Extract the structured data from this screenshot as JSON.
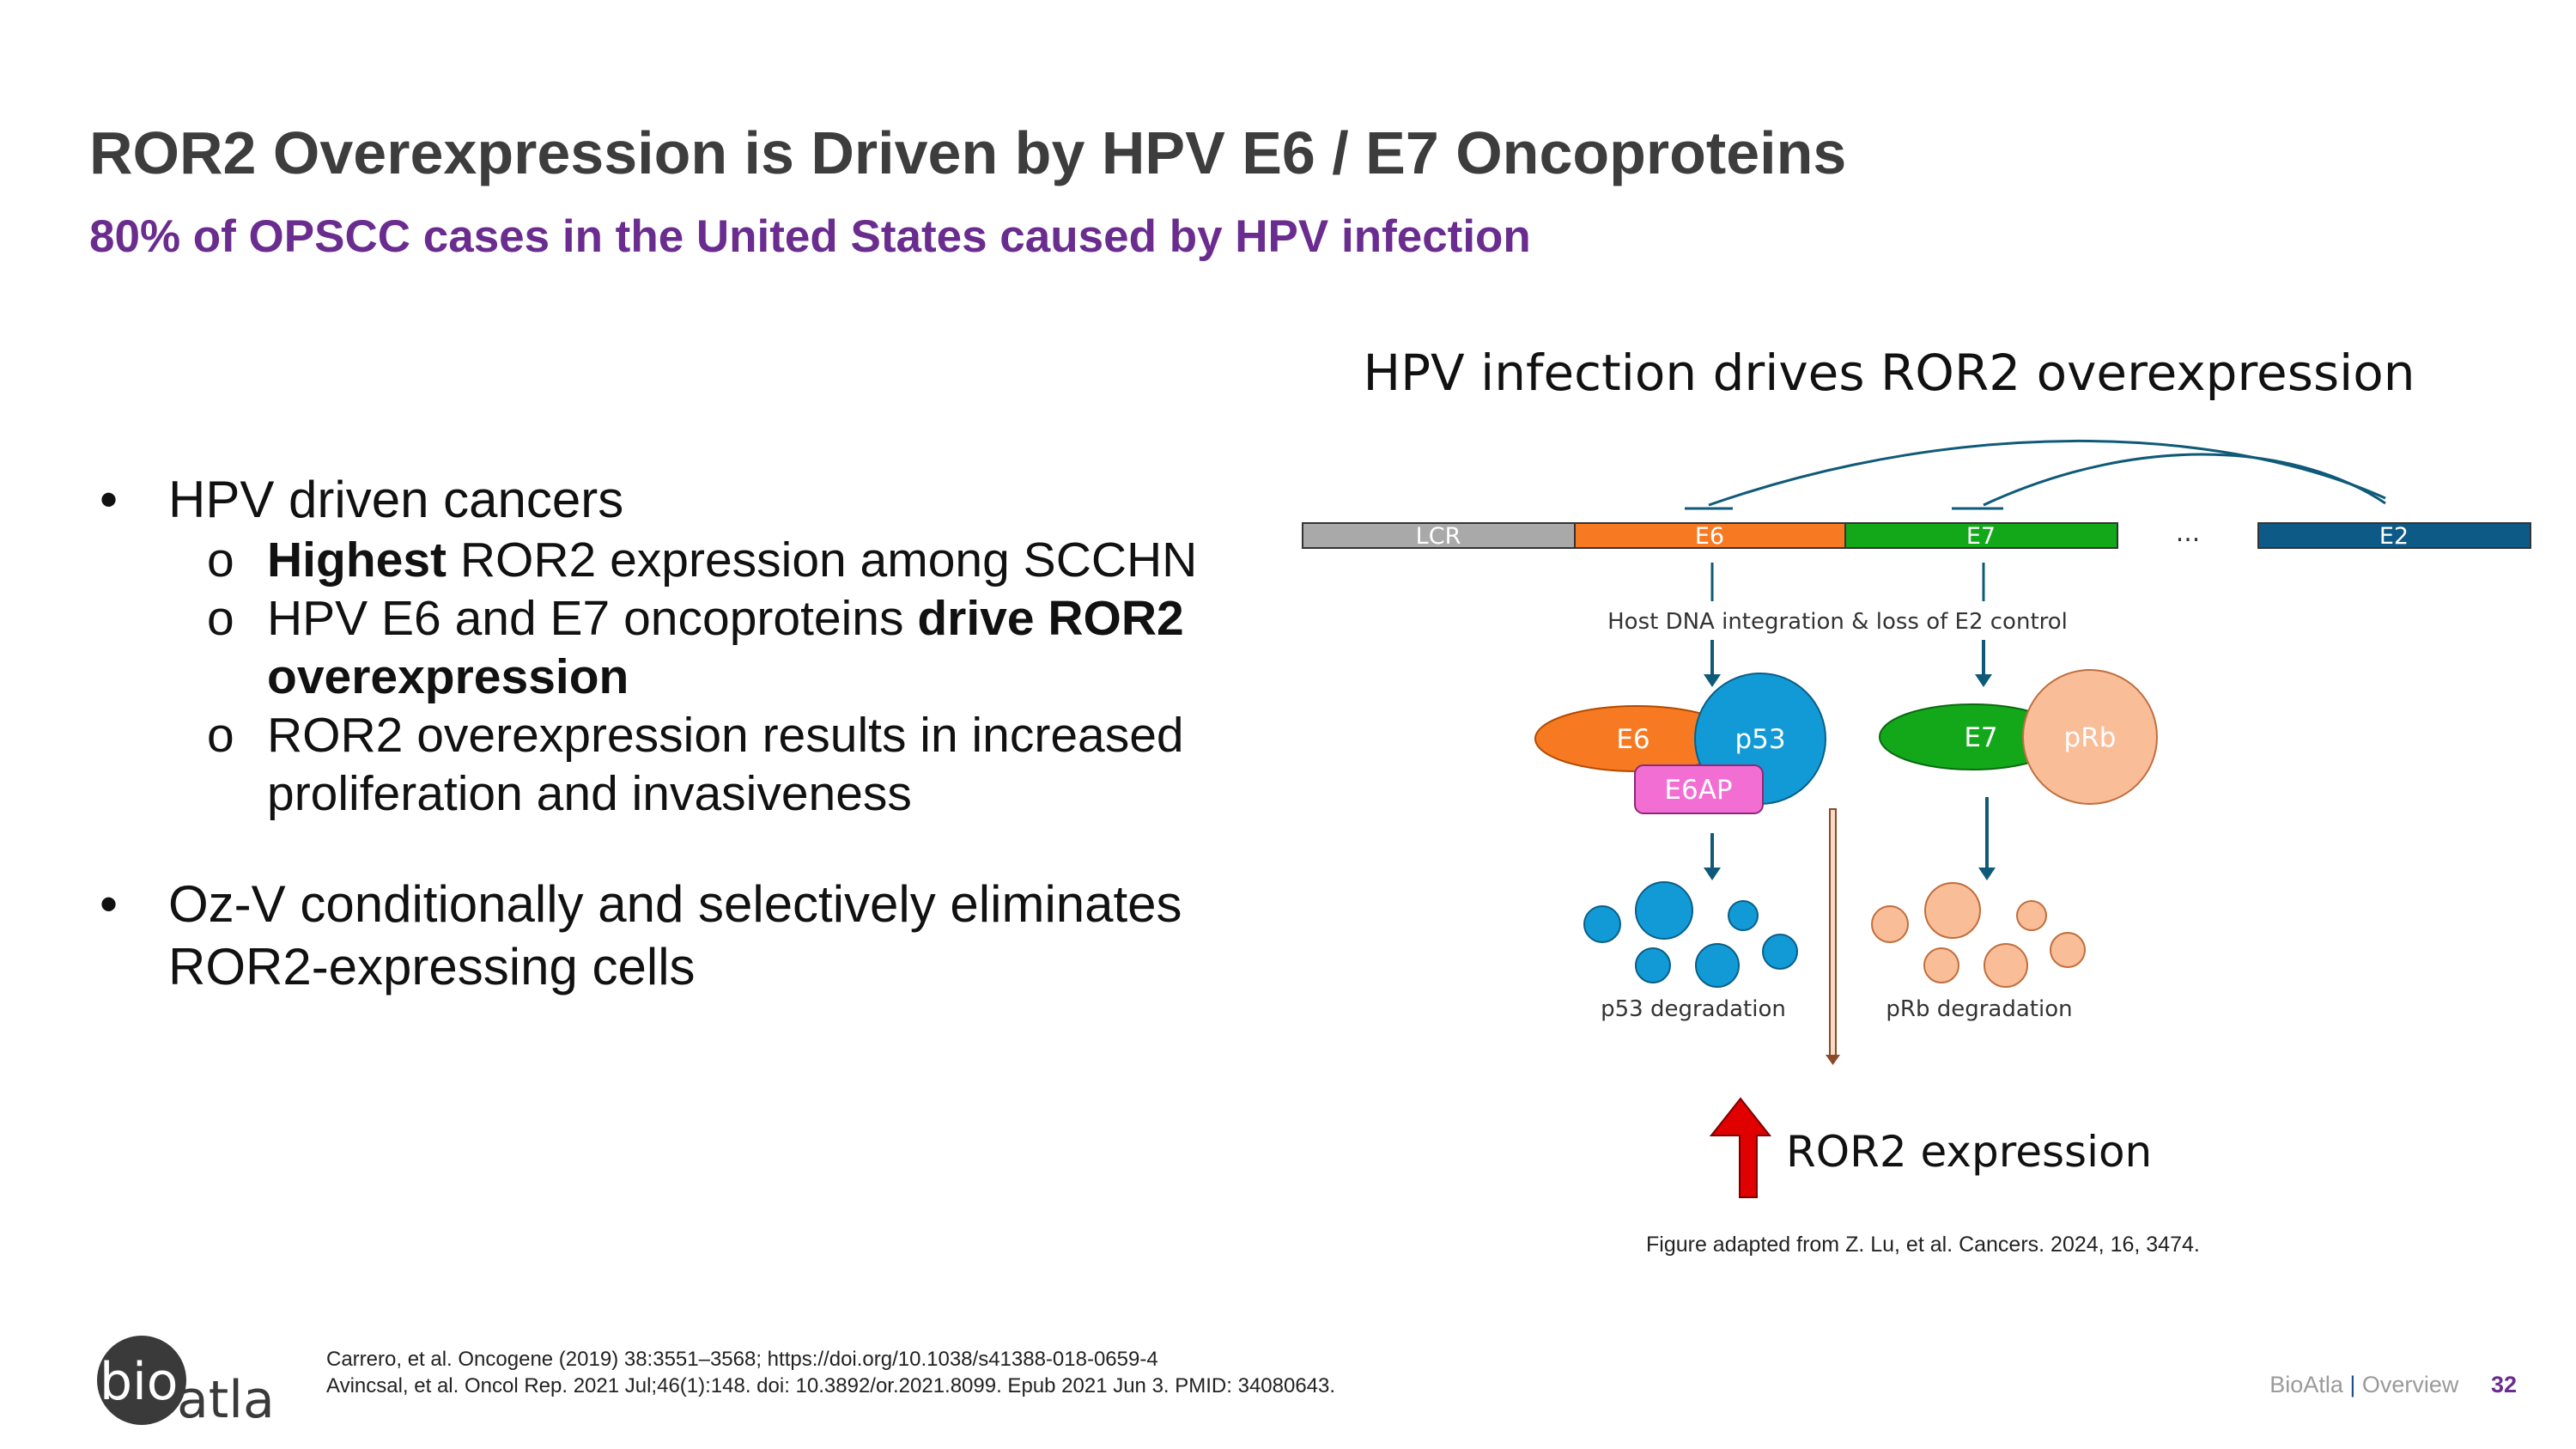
{
  "slide": {
    "title": "ROR2 Overexpression is Driven by HPV E6 / E7 Oncoproteins",
    "subtitle": "80% of OPSCC cases in the United States caused by HPV infection"
  },
  "bullets": {
    "b1": "HPV driven cancers",
    "b1_sub1_bold": "Highest",
    "b1_sub1_rest": " ROR2 expression among SCCHN",
    "b1_sub2_pre": "HPV E6 and E7 oncoproteins ",
    "b1_sub2_bold": "drive ROR2 overexpression",
    "b1_sub3": "ROR2 overexpression results in increased proliferation and invasiveness",
    "b2": "Oz-V conditionally and selectively eliminates ROR2-expressing cells",
    "bullet_glyph": "•",
    "sub_glyph": "o"
  },
  "diagram": {
    "title": "HPV infection drives ROR2 overexpression",
    "genome": [
      "LCR",
      "E6",
      "E7",
      "...",
      "E2"
    ],
    "integration_label": "Host DNA integration & loss of E2 control",
    "complex_left": {
      "e6": "E6",
      "p53": "p53",
      "e6ap": "E6AP"
    },
    "complex_right": {
      "e7": "E7",
      "prb": "pRb"
    },
    "p53_degradation": "p53 degradation",
    "prb_degradation": "pRb degradation",
    "ror2_expression": "ROR2 expression",
    "colors": {
      "lcr": "#a9a9a9",
      "e6": "#f77a22",
      "e7": "#13a81a",
      "e2": "#0e5a86",
      "p53": "#129ad6",
      "prb": "#f9bd98",
      "e6ap": "#f36ed3",
      "arrow": "#e00000",
      "connector": "#0f5a78"
    }
  },
  "figure_credit": "Figure adapted from Z. Lu, et al. Cancers. 2024, 16, 3474.",
  "references": [
    "Carrero, et al. Oncogene (2019) 38:3551–3568; https://doi.org/10.1038/s41388-018-0659-4",
    "Avincsal, et al. Oncol Rep. 2021 Jul;46(1):148. doi: 10.3892/or.2021.8099. Epub 2021 Jun 3. PMID: 34080643."
  ],
  "footer": {
    "brand": "BioAtla",
    "separator": "|",
    "section": "Overview",
    "page": "32"
  },
  "logo": {
    "part1": "bio",
    "part2": "atla"
  }
}
